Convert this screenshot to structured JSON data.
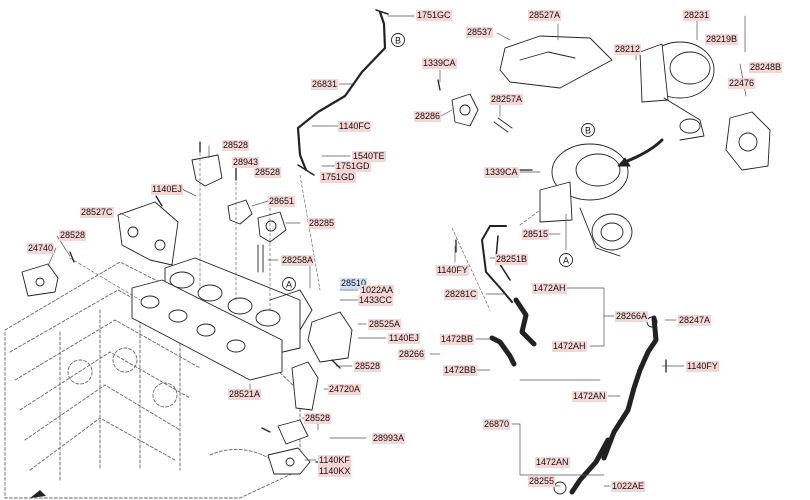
{
  "labels": [
    {
      "id": "p1751GC_a",
      "text": "1751GC"
    },
    {
      "id": "p28537",
      "text": "28537"
    },
    {
      "id": "p28527A",
      "text": "28527A"
    },
    {
      "id": "p28231",
      "text": "28231"
    },
    {
      "id": "p28212",
      "text": "28212"
    },
    {
      "id": "p28219B",
      "text": "28219B"
    },
    {
      "id": "p1339CA_a",
      "text": "1339CA"
    },
    {
      "id": "p28248B",
      "text": "28248B"
    },
    {
      "id": "p22476",
      "text": "22476"
    },
    {
      "id": "p26831",
      "text": "26831"
    },
    {
      "id": "p28257A",
      "text": "28257A"
    },
    {
      "id": "p28286",
      "text": "28286"
    },
    {
      "id": "p1140FC",
      "text": "1140FC"
    },
    {
      "id": "p28528_a",
      "text": "28528"
    },
    {
      "id": "p28943",
      "text": "28943"
    },
    {
      "id": "p1540TE",
      "text": "1540TE"
    },
    {
      "id": "p1751GD_a",
      "text": "1751GD"
    },
    {
      "id": "p28528_b",
      "text": "28528"
    },
    {
      "id": "p1751GD_b",
      "text": "1751GD"
    },
    {
      "id": "p1339CA_b",
      "text": "1339CA"
    },
    {
      "id": "p1140EJ_a",
      "text": "1140EJ"
    },
    {
      "id": "p28651",
      "text": "28651"
    },
    {
      "id": "p28527C",
      "text": "28527C"
    },
    {
      "id": "p28285",
      "text": "28285"
    },
    {
      "id": "p28528_c",
      "text": "28528"
    },
    {
      "id": "p28515",
      "text": "28515"
    },
    {
      "id": "p24740",
      "text": "24740"
    },
    {
      "id": "p28258A",
      "text": "28258A"
    },
    {
      "id": "p28251B",
      "text": "28251B"
    },
    {
      "id": "p1140FY_a",
      "text": "1140FY"
    },
    {
      "id": "p28510",
      "text": "28510"
    },
    {
      "id": "p1472AH_a",
      "text": "1472AH"
    },
    {
      "id": "p1022AA",
      "text": "1022AA"
    },
    {
      "id": "p28281C",
      "text": "28281C"
    },
    {
      "id": "p1433CC",
      "text": "1433CC"
    },
    {
      "id": "p28266A",
      "text": "28266A"
    },
    {
      "id": "p28247A",
      "text": "28247A"
    },
    {
      "id": "p28525A",
      "text": "28525A"
    },
    {
      "id": "p1140EJ_b",
      "text": "1140EJ"
    },
    {
      "id": "p1472BB_a",
      "text": "1472BB"
    },
    {
      "id": "p1472AH_b",
      "text": "1472AH"
    },
    {
      "id": "p28266",
      "text": "28266"
    },
    {
      "id": "p28528_d",
      "text": "28528"
    },
    {
      "id": "p1140FY_b",
      "text": "1140FY"
    },
    {
      "id": "p1472BB_b",
      "text": "1472BB"
    },
    {
      "id": "p24720A",
      "text": "24720A"
    },
    {
      "id": "p28521A",
      "text": "28521A"
    },
    {
      "id": "p1472AN_a",
      "text": "1472AN"
    },
    {
      "id": "p28528_e",
      "text": "28528"
    },
    {
      "id": "p26870",
      "text": "26870"
    },
    {
      "id": "p28993A",
      "text": "28993A"
    },
    {
      "id": "p1472AN_b",
      "text": "1472AN"
    },
    {
      "id": "p1140KF",
      "text": "1140KF"
    },
    {
      "id": "p28255",
      "text": "28255"
    },
    {
      "id": "p1022AE",
      "text": "1022AE"
    },
    {
      "id": "p1140KX",
      "text": "1140KX"
    }
  ],
  "callouts": {
    "a1": "A",
    "a2": "A",
    "b1": "B",
    "b2": "B"
  }
}
